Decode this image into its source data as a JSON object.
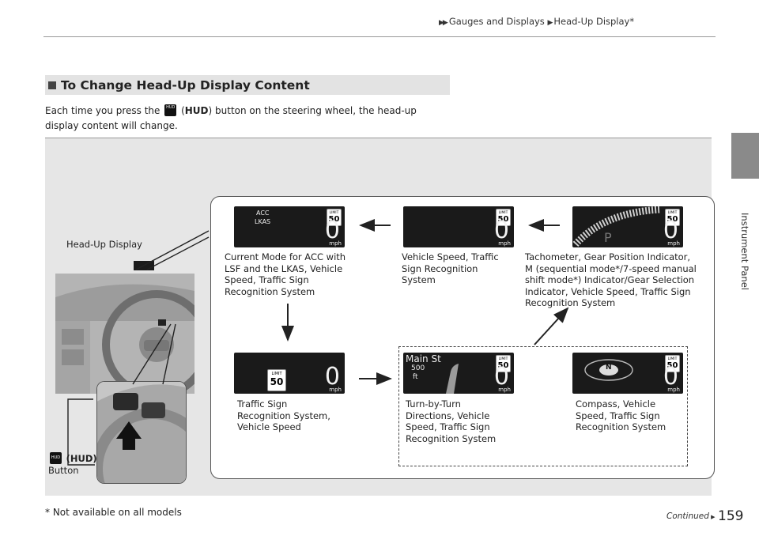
{
  "header": {
    "breadcrumb": [
      "Gauges and Displays",
      "Head-Up Display*"
    ]
  },
  "side_tab": {
    "label": "Instrument Panel"
  },
  "section": {
    "title": "To Change Head-Up Display Content",
    "intro_before": "Each time you press the",
    "intro_button": "HUD",
    "intro_after": "button on the steering wheel, the head-up display content will change."
  },
  "figure": {
    "hud_label": "Head-Up Display",
    "button_label": "(HUD)",
    "button_word": "Button",
    "screens": [
      {
        "id": "current-mode",
        "lines": [
          "ACC",
          "LKAS"
        ],
        "limit_top": "LIMIT",
        "limit": "50",
        "speed": "0",
        "unit": "mph",
        "caption": [
          "Current Mode for ACC with",
          "LSF and the LKAS, Vehicle",
          "Speed, Traffic Sign",
          "Recognition System"
        ]
      },
      {
        "id": "vehicle-speed",
        "limit_top": "LIMIT",
        "limit": "50",
        "speed": "0",
        "unit": "mph",
        "caption": [
          "Vehicle Speed, Traffic",
          "Sign Recognition",
          "System"
        ]
      },
      {
        "id": "tachometer",
        "gear": "P",
        "limit_top": "LIMIT",
        "limit": "50",
        "speed": "0",
        "unit": "mph",
        "caption": [
          "Tachometer, Gear Position Indicator,",
          "M (sequential mode*/7-speed manual",
          "shift mode*) Indicator/Gear Selection",
          "Indicator, Vehicle Speed, Traffic Sign",
          "Recognition System"
        ]
      },
      {
        "id": "traffic-sign",
        "sign_top": "LIMIT",
        "sign": "50",
        "speed": "0",
        "unit": "mph",
        "caption": [
          "Traffic Sign",
          "Recognition System,",
          "Vehicle Speed"
        ]
      },
      {
        "id": "turn-by-turn",
        "street": "Main St",
        "distance": "500",
        "dist_unit": "ft",
        "limit_top": "LIMIT",
        "limit": "50",
        "speed": "0",
        "unit": "mph",
        "caption": [
          "Turn-by-Turn",
          "Directions, Vehicle",
          "Speed, Traffic Sign",
          "Recognition System"
        ]
      },
      {
        "id": "compass",
        "heading": "N",
        "limit_top": "LIMIT",
        "limit": "50",
        "speed": "0",
        "unit": "mph",
        "caption": [
          "Compass, Vehicle",
          "Speed, Traffic Sign",
          "Recognition System"
        ]
      }
    ]
  },
  "footer": {
    "footnote": "* Not available on all models",
    "continued": "Continued",
    "page": "159"
  }
}
